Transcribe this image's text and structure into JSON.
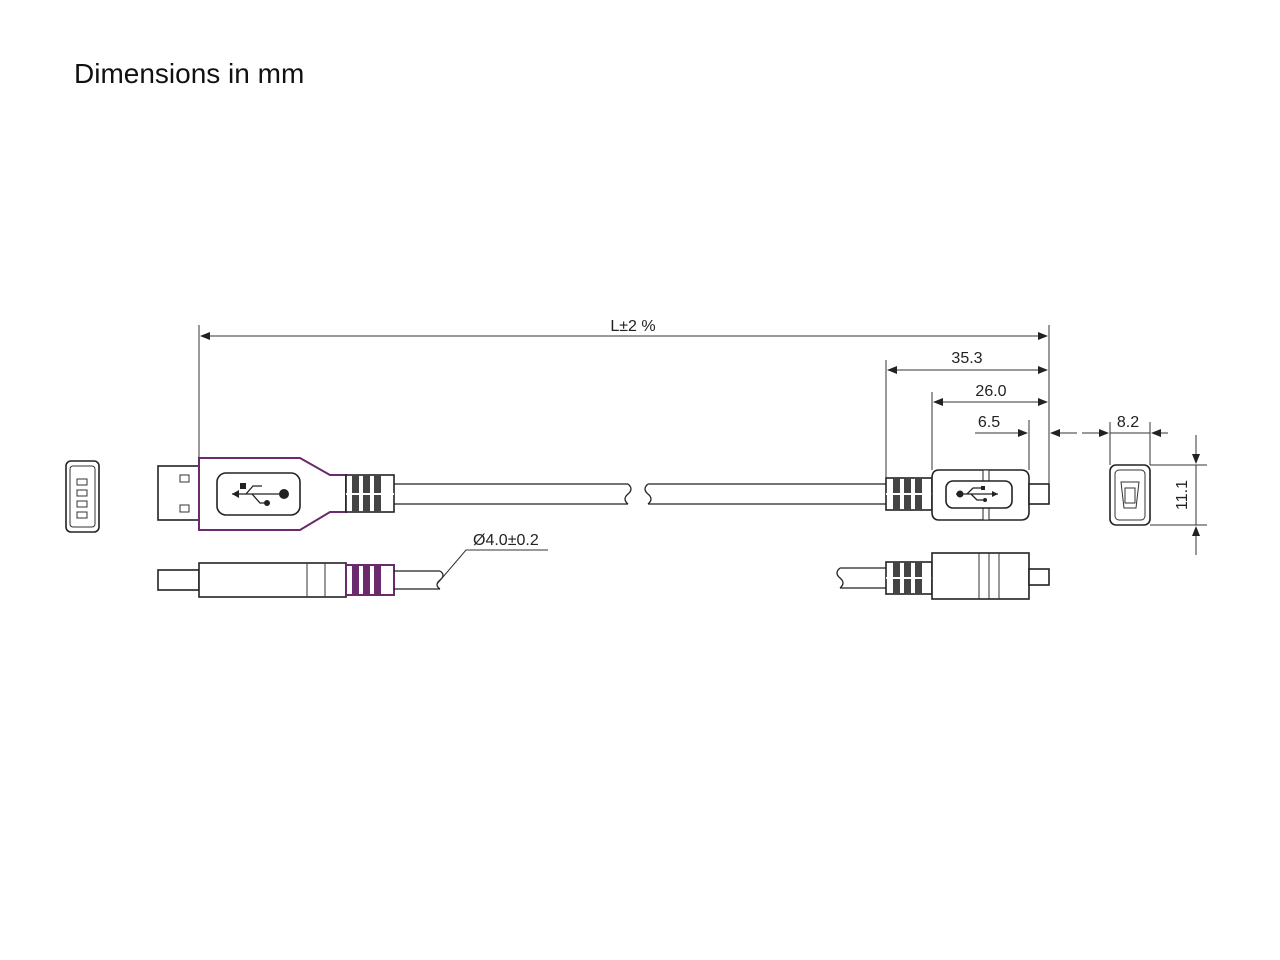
{
  "title": "Dimensions in mm",
  "dimensions": {
    "total_length": "L±2 %",
    "connector_35": "35.3",
    "connector_26": "26.0",
    "connector_6": "6.5",
    "diameter": "Ø4.0±0.2",
    "width": "8.2",
    "height": "11.1"
  },
  "colors": {
    "outline": "#222222",
    "accent": "#6b2a6b"
  }
}
